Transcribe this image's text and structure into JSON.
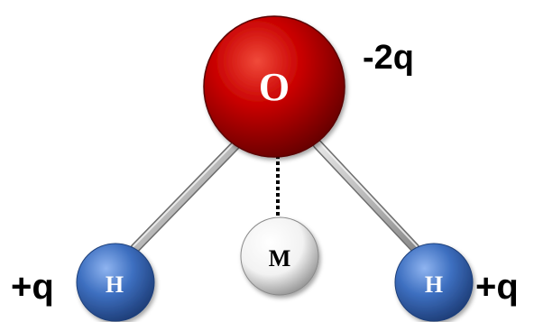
{
  "atoms": {
    "oxygen": {
      "label": "O",
      "charge": "-2q",
      "color": "#c80000",
      "text_color": "#ffffff"
    },
    "hydrogen_left": {
      "label": "H",
      "charge": "+q",
      "color": "#3d6fc0",
      "text_color": "#ffffff"
    },
    "hydrogen_right": {
      "label": "H",
      "charge": "+q",
      "color": "#3d6fc0",
      "text_color": "#ffffff"
    },
    "m_site": {
      "label": "M",
      "color": "#ffffff",
      "text_color": "#000000"
    }
  },
  "bond_color": "#b8b8b8",
  "dashed_link_color": "#000000"
}
